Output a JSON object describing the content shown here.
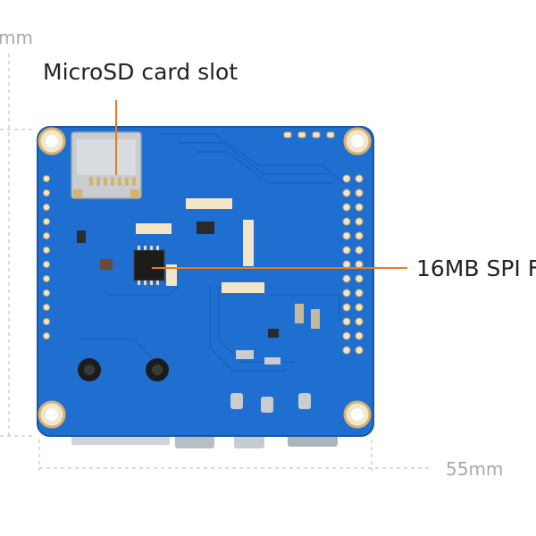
{
  "labels": {
    "microsd": "MicroSD card slot",
    "spi_flash": "16MB SPI F"
  },
  "dimensions": {
    "width": "55mm",
    "height_partial": "mm"
  },
  "colors": {
    "pcb": "#1f6fd1",
    "pcb_dark": "#1758b0",
    "callout": "#e87b21",
    "pad": "#d9b26a",
    "dimension_line": "#bdbdbd"
  }
}
